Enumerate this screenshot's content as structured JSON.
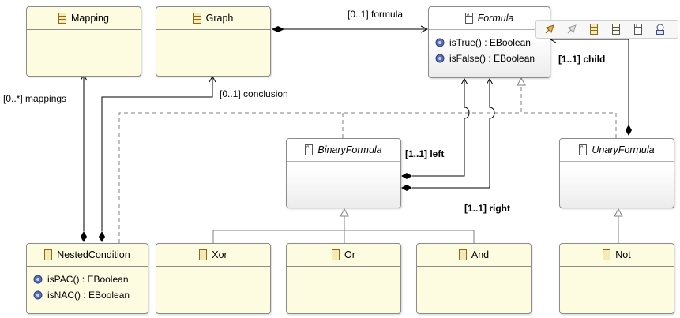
{
  "classes": {
    "mapping": {
      "name": "Mapping"
    },
    "graph": {
      "name": "Graph"
    },
    "formula": {
      "name": "Formula",
      "ops": [
        "isTrue() : EBoolean",
        "isFalse() : EBoolean"
      ]
    },
    "binary_formula": {
      "name": "BinaryFormula"
    },
    "unary_formula": {
      "name": "UnaryFormula"
    },
    "nested_condition": {
      "name": "NestedCondition",
      "ops": [
        "isPAC() : EBoolean",
        "isNAC() : EBoolean"
      ]
    },
    "xor": {
      "name": "Xor"
    },
    "or": {
      "name": "Or"
    },
    "and": {
      "name": "And"
    },
    "not": {
      "name": "Not"
    }
  },
  "labels": {
    "formula_ref": "[0..1] formula",
    "mappings_ref": "[0..*] mappings",
    "conclusion_ref": "[0..1] conclusion",
    "child_ref": "[1..1] child",
    "left_ref": "[1..1] left",
    "right_ref": "[1..1] right"
  },
  "toolbar": {
    "icons": [
      "pin-icon",
      "unpin-icon",
      "add-class-icon",
      "add-abstract-class-icon",
      "add-interface-icon",
      "add-datatype-icon"
    ]
  },
  "colors": {
    "class_fill": "#fdfbe0",
    "border": "#8c8c8c",
    "line": "#000000",
    "generalization": "#808080"
  }
}
